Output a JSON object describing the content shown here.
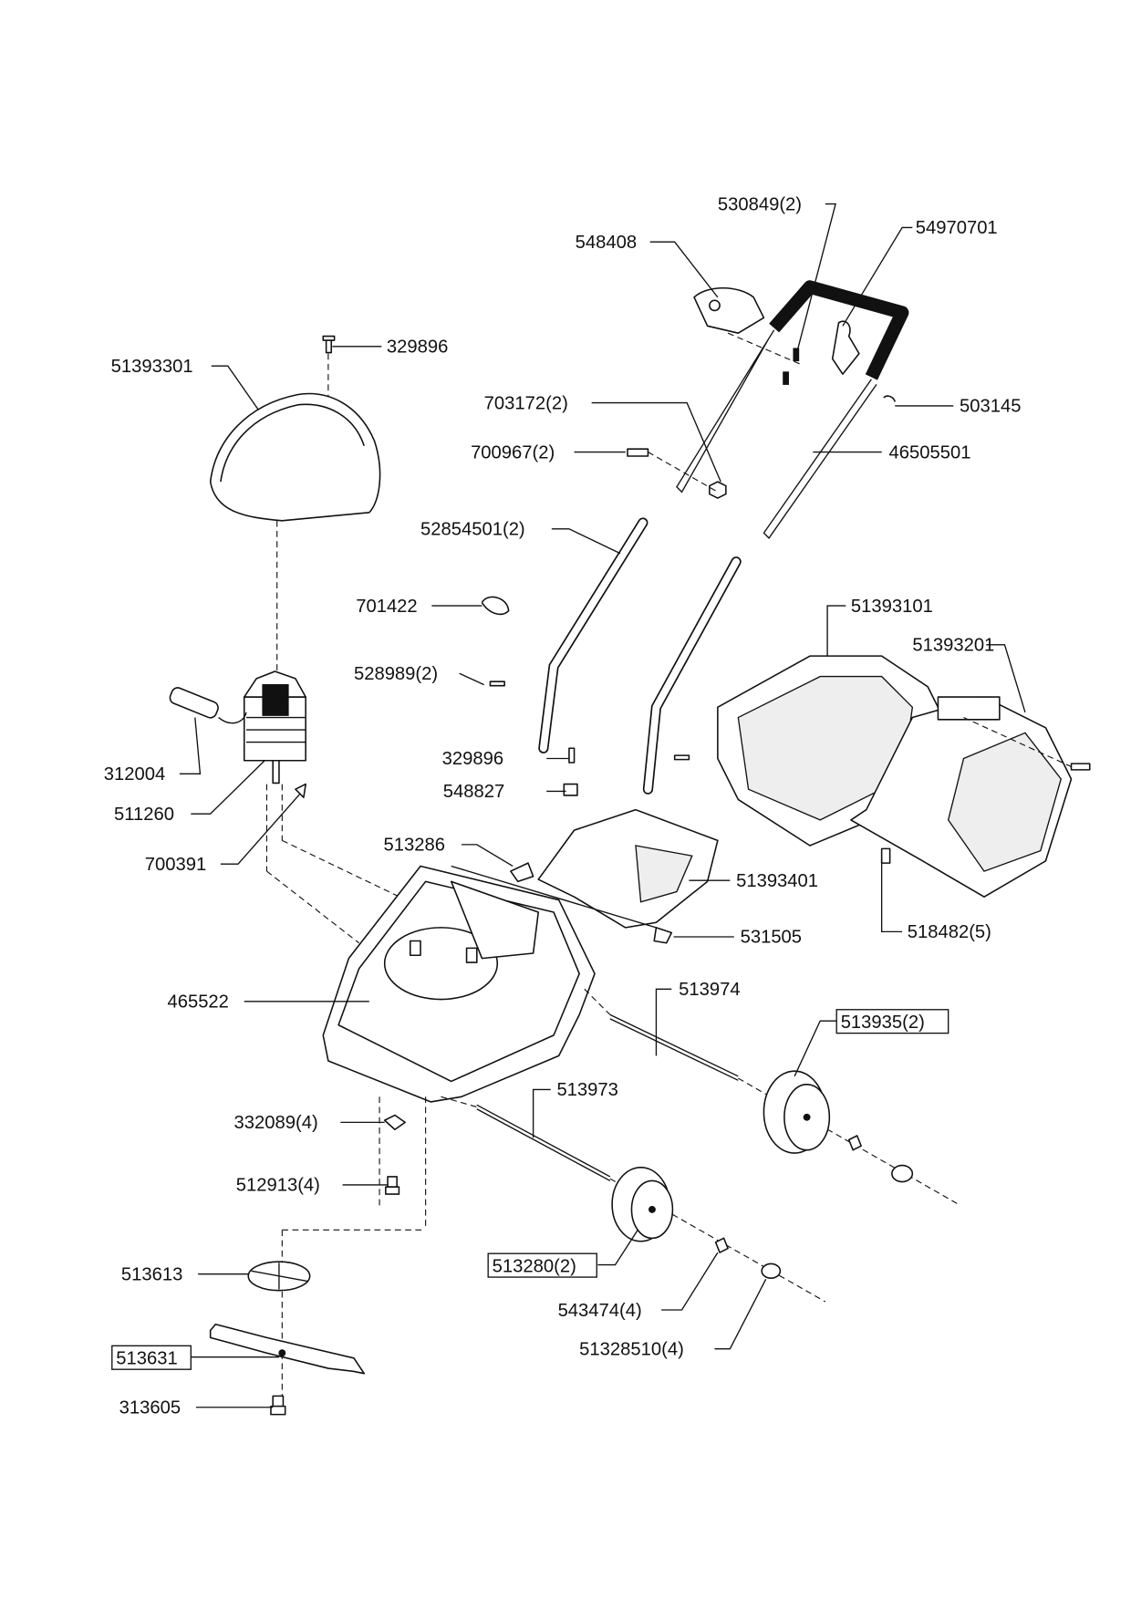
{
  "labels": [
    {
      "part_number": "530849(2)"
    },
    {
      "part_number": "54970701"
    },
    {
      "part_number": "548408"
    },
    {
      "part_number": "329896"
    },
    {
      "part_number": "51393301"
    },
    {
      "part_number": "703172(2)"
    },
    {
      "part_number": "503145"
    },
    {
      "part_number": "700967(2)"
    },
    {
      "part_number": "46505501"
    },
    {
      "part_number": "52854501(2)"
    },
    {
      "part_number": "701422"
    },
    {
      "part_number": "51393101"
    },
    {
      "part_number": "51393201"
    },
    {
      "part_number": "528989(2)"
    },
    {
      "part_number": "312004"
    },
    {
      "part_number": "329896"
    },
    {
      "part_number": "548827"
    },
    {
      "part_number": "511260"
    },
    {
      "part_number": "513286"
    },
    {
      "part_number": "700391"
    },
    {
      "part_number": "51393401"
    },
    {
      "part_number": "531505"
    },
    {
      "part_number": "518482(5)"
    },
    {
      "part_number": "465522"
    },
    {
      "part_number": "513974"
    },
    {
      "part_number": "513935(2)",
      "boxed": true
    },
    {
      "part_number": "513973"
    },
    {
      "part_number": "332089(4)"
    },
    {
      "part_number": "512913(4)"
    },
    {
      "part_number": "513613"
    },
    {
      "part_number": "513280(2)",
      "boxed": true
    },
    {
      "part_number": "543474(4)"
    },
    {
      "part_number": "513631",
      "boxed": true
    },
    {
      "part_number": "51328510(4)"
    },
    {
      "part_number": "313605"
    }
  ]
}
